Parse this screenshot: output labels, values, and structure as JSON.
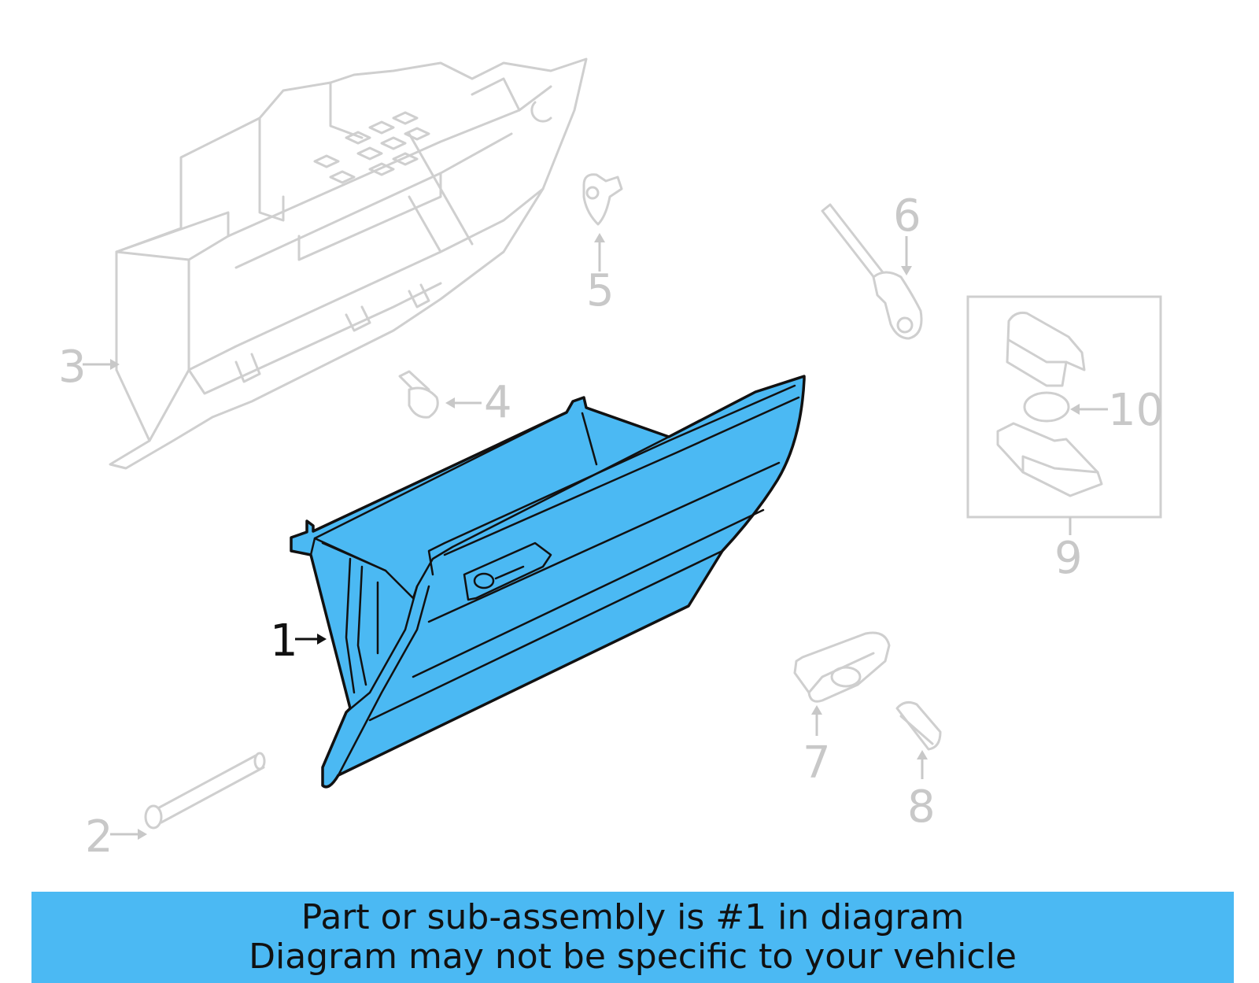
{
  "callouts": {
    "c1": "1",
    "c2": "2",
    "c3": "3",
    "c4": "4",
    "c5": "5",
    "c6": "6",
    "c7": "7",
    "c8": "8",
    "c9": "9",
    "c10": "10"
  },
  "highlighted_part": "1",
  "colors": {
    "highlight": "#4bb9f3",
    "ghost_lines": "#cfcfcf",
    "active_label": "#111111",
    "inactive_label": "#c8c8c8"
  },
  "banner": {
    "line1": "Part or sub-assembly is #1 in diagram",
    "line2": "Diagram may not be specific to your vehicle"
  }
}
